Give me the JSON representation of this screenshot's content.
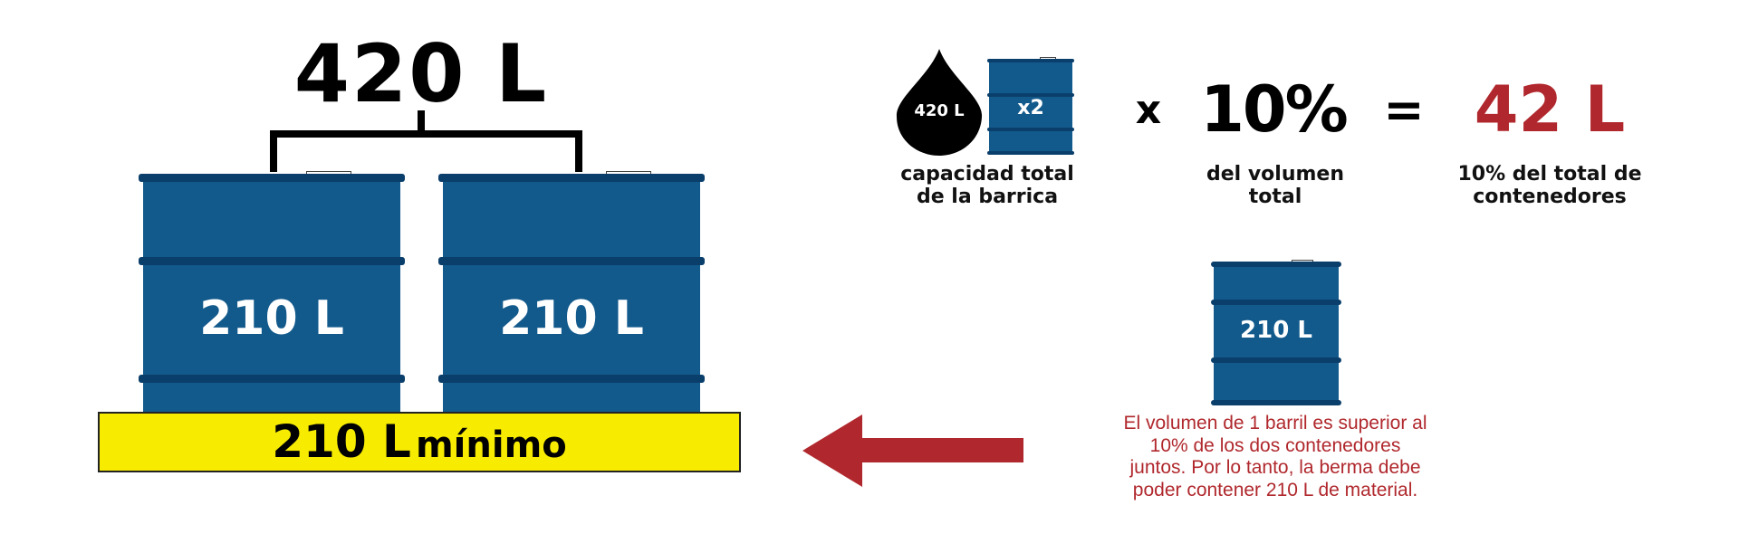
{
  "left": {
    "total_label": "420 L",
    "barrels": [
      {
        "label": "210 L"
      },
      {
        "label": "210 L"
      }
    ],
    "berm_label": "210 L",
    "berm_suffix": "mínimo"
  },
  "equation": {
    "drop_label": "420 L",
    "barrel_label": "x2",
    "caption_1": [
      "capacidad total",
      "de la barrica"
    ],
    "times": "x",
    "percent": "10%",
    "caption_2": [
      "del volumen",
      "total"
    ],
    "equals": "=",
    "result": "42 L",
    "caption_3": [
      "10% del total de",
      "contenedores"
    ]
  },
  "explanation": {
    "barrel_label": "210 L",
    "text": [
      "El volumen de 1 barril es superior al",
      "10% de los dos contenedores",
      "juntos. Por lo tanto, la berma debe",
      "poder contener 210 L de material."
    ]
  },
  "colors": {
    "barrel": "#135a8c",
    "accent_red": "#b0282d",
    "berm_yellow": "#f7ec00"
  }
}
